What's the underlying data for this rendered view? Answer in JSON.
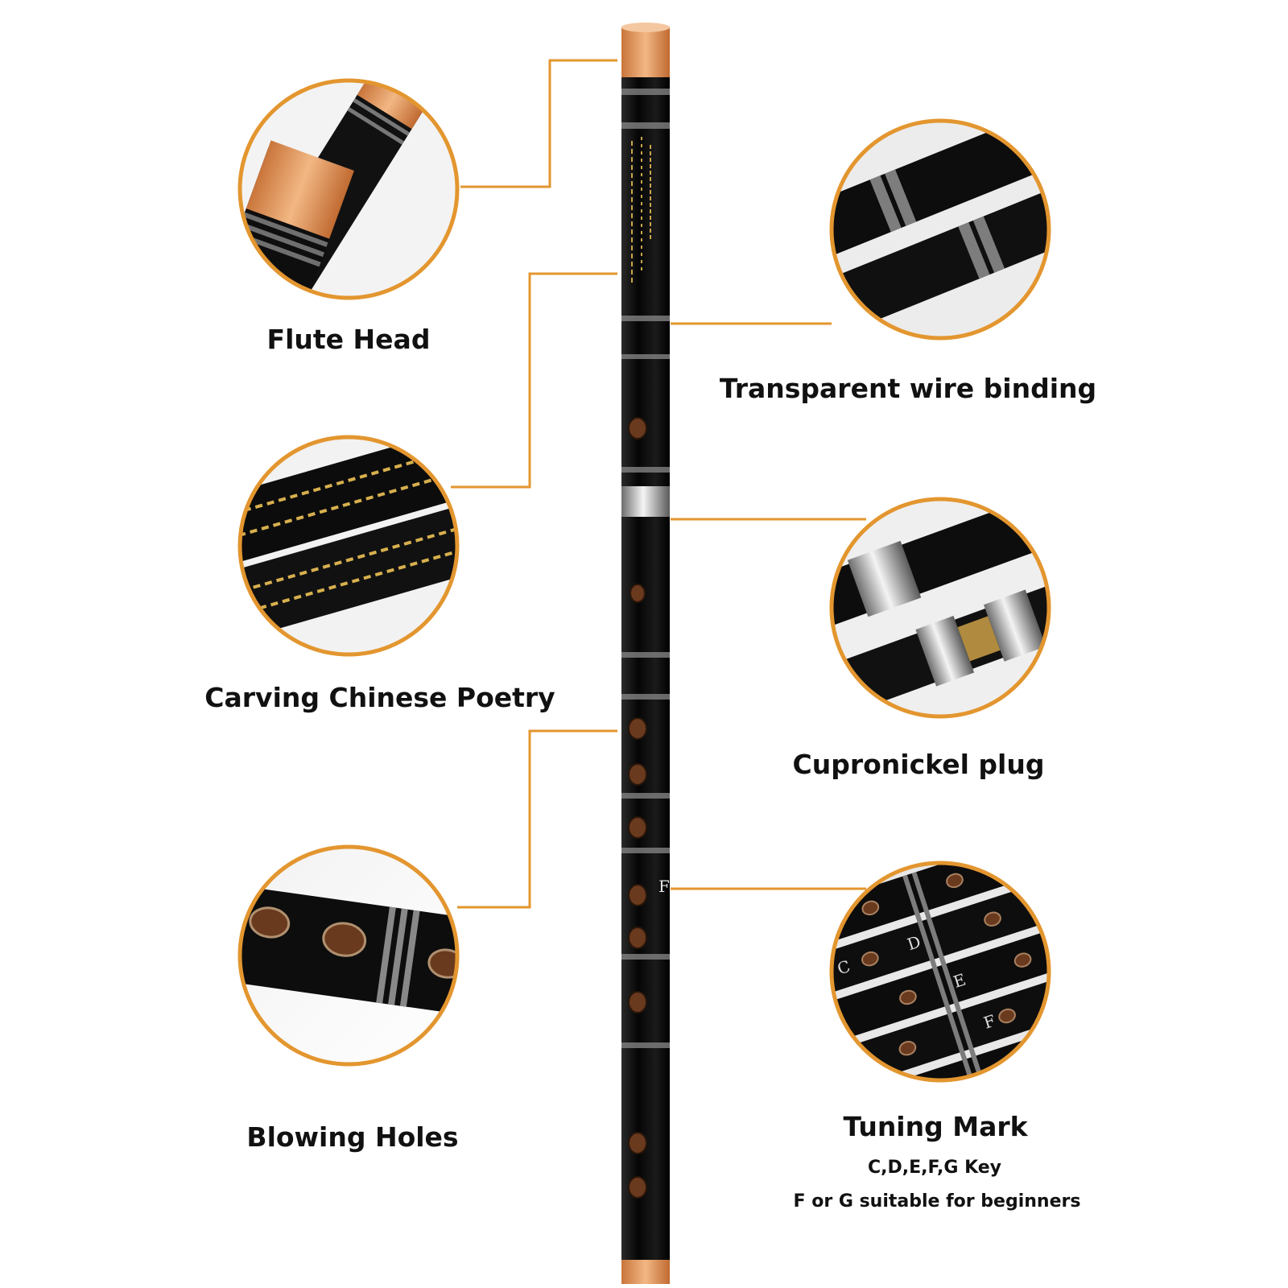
{
  "colors": {
    "accent": "#e3962f",
    "flute_body": "#0d0d0d",
    "flute_head": "#e7a068",
    "finger_hole": "#6a3a1e",
    "background": "#ffffff"
  },
  "flute": {
    "tuning_letter": "F"
  },
  "callouts": [
    {
      "label": "Flute Head",
      "icon": "flute-head-closeup-icon"
    },
    {
      "label": "Carving Chinese Poetry",
      "icon": "chinese-poetry-closeup-icon"
    },
    {
      "label": "Blowing Holes",
      "icon": "blowing-holes-closeup-icon"
    },
    {
      "label": "Transparent wire binding",
      "icon": "wire-binding-closeup-icon"
    },
    {
      "label": "Cupronickel plug",
      "icon": "cupronickel-plug-closeup-icon"
    },
    {
      "label": "Tuning Mark",
      "sublines": [
        "C,D,E,F,G Key",
        "F or G suitable for beginners"
      ],
      "icon": "tuning-mark-closeup-icon",
      "hole_letters": [
        "C",
        "D",
        "E",
        "F"
      ]
    }
  ]
}
